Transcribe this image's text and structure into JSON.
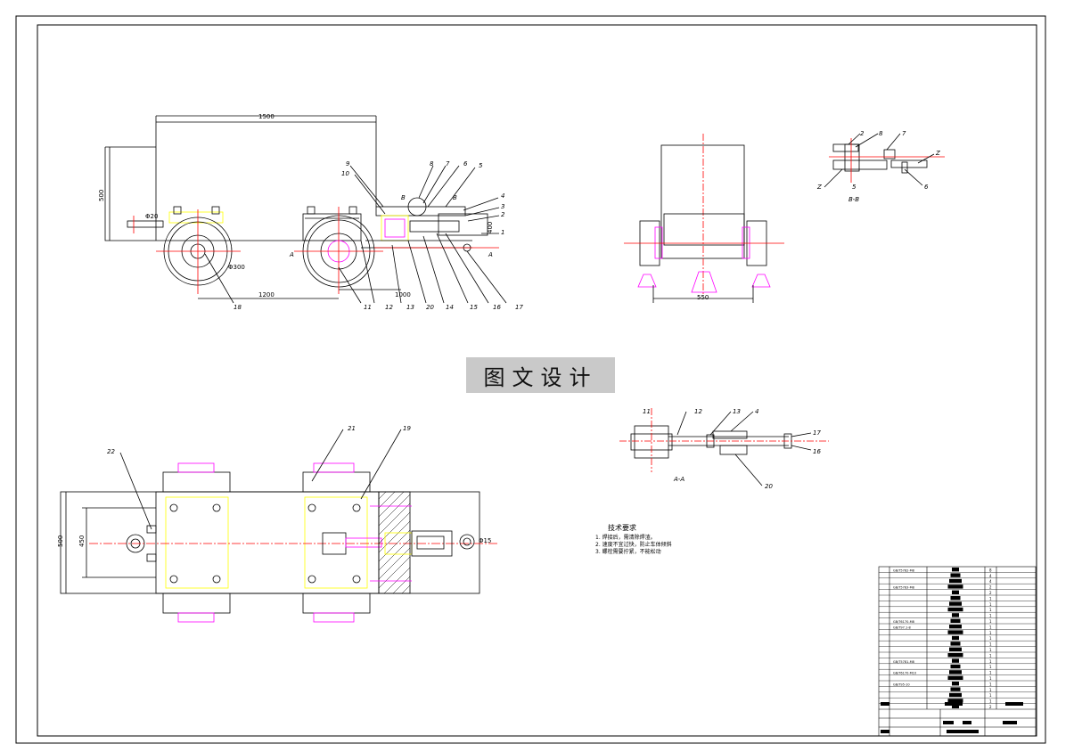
{
  "watermark": {
    "text": "图文设计"
  },
  "side_view": {
    "dims": {
      "total_length": "1500",
      "height": "500",
      "wheelbase": "1200",
      "rear_length": "1000",
      "pin_dia": "Φ20",
      "wheel_dia": "Φ300",
      "offset": "400"
    },
    "section_markers": {
      "bb_left": "B",
      "bb_right": "B",
      "aa_left": "A",
      "aa_right": "A"
    },
    "part_tags": [
      "9",
      "10",
      "8",
      "7",
      "6",
      "5",
      "4",
      "3",
      "2",
      "1",
      "11",
      "12",
      "13",
      "20",
      "14",
      "15",
      "16",
      "17",
      "18"
    ]
  },
  "end_view": {
    "dims": {
      "width": "550"
    }
  },
  "section_bb": {
    "title": "B-B",
    "tags": [
      "2",
      "8",
      "7",
      "Z",
      "Z",
      "5",
      "6"
    ]
  },
  "section_aa": {
    "title": "A-A",
    "tags": [
      "11",
      "12",
      "13",
      "4",
      "17",
      "16",
      "20"
    ]
  },
  "top_view": {
    "dims": {
      "width": "500",
      "inner": "450",
      "pin": "Φ15"
    },
    "tags": [
      "22",
      "21",
      "19"
    ]
  },
  "tech_requirements": {
    "title": "技术要求",
    "items": [
      "1. 焊接后，需清除焊渣。",
      "2. 速度不宜过快，防止车体倾斜",
      "3. 螺栓需要拧紧，不能松动"
    ]
  },
  "parts_table": {
    "codes": [
      "GB/T5782-M8",
      "GB/T5783-M8",
      "GB/T6170-M8",
      "GB/T97.1-8",
      "GB/T5781-M8",
      "GB/T6170-M10",
      "GB/T95-10"
    ],
    "qty": [
      "8",
      "4",
      "4",
      "2",
      "2",
      "1",
      "1",
      "1",
      "1",
      "1",
      "1",
      "1",
      "1",
      "1",
      "1",
      "1",
      "1",
      "1",
      "1",
      "1",
      "1",
      "1",
      "1",
      "1",
      "2"
    ]
  },
  "colors": {
    "line": "#000000",
    "center": "#ff0000",
    "hidden": "#ffff00",
    "part": "#ff00ff",
    "hatch": "#ff0000"
  }
}
